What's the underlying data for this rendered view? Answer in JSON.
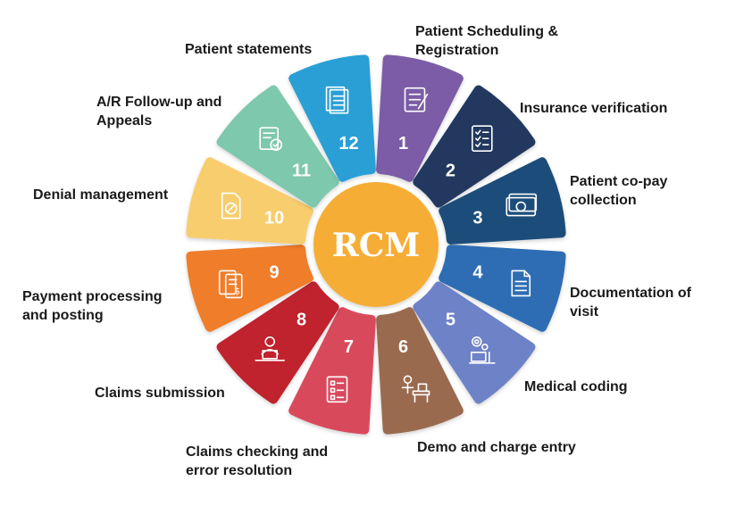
{
  "center": {
    "label": "RCM",
    "color": "#f6ad35"
  },
  "steps": [
    {
      "number": "1",
      "label": "Patient Scheduling &\nRegistration",
      "color": "#7b5ba6",
      "icon": "registration-form-icon"
    },
    {
      "number": "2",
      "label": "Insurance verification",
      "color": "#21385e",
      "icon": "checklist-icon"
    },
    {
      "number": "3",
      "label": "Patient co-pay\ncollection",
      "color": "#1f4e7a",
      "icon": "banknotes-icon"
    },
    {
      "number": "4",
      "label": "Documentation of\nvisit",
      "color": "#2d6db4",
      "icon": "document-icon"
    },
    {
      "number": "5",
      "label": "Medical coding",
      "color": "#6d82c7",
      "icon": "coder-at-desk-icon"
    },
    {
      "number": "6",
      "label": "Demo and charge entry",
      "color": "#9a6b50",
      "icon": "office-desk-icon"
    },
    {
      "number": "7",
      "label": "Claims checking and\nerror resolution",
      "color": "#d9485c",
      "icon": "checklist-form-icon"
    },
    {
      "number": "8",
      "label": "Claims submission",
      "color": "#c0212e",
      "icon": "person-at-laptop-icon"
    },
    {
      "number": "9",
      "label": "Payment processing\nand posting",
      "color": "#ef7d2a",
      "icon": "invoice-dollar-icon"
    },
    {
      "number": "10",
      "label": "Denial management",
      "color": "#f7cd6e",
      "icon": "denied-document-icon"
    },
    {
      "number": "11",
      "label": "A/R Follow-up and\nAppeals",
      "color": "#7ec8ad",
      "icon": "approved-document-icon"
    },
    {
      "number": "12",
      "label": "Patient statements",
      "color": "#2a9fd6",
      "icon": "statement-pages-icon"
    }
  ]
}
